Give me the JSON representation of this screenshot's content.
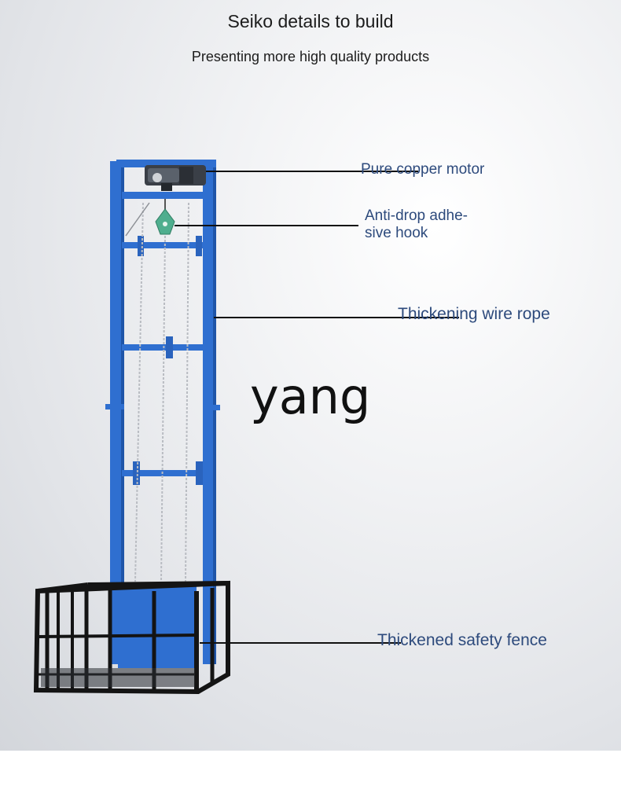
{
  "header": {
    "title": "Seiko details to build",
    "subtitle": "Presenting more high quality products"
  },
  "callouts": {
    "motor": "Pure copper motor",
    "hook_line1": "Anti-drop adhe-",
    "hook_line2": "sive hook",
    "rope": "Thickening wire rope",
    "fence": "Thickened safety fence"
  },
  "watermark": "yang",
  "colors": {
    "frame_blue": "#2f6fd0",
    "label_text": "#2d4a7c",
    "fence_black": "#141414",
    "hook_green": "#4fae8e"
  }
}
